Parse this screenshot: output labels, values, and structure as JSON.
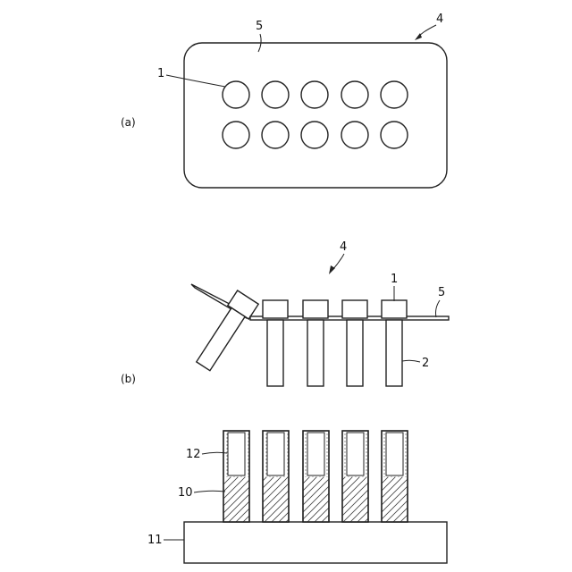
{
  "panels": {
    "a": {
      "label": "(a)"
    },
    "b": {
      "label": "(b)"
    }
  },
  "refs": {
    "cap": "1",
    "stem": "2",
    "assembly_a": "4",
    "assembly_b": "4",
    "sheet_a": "5",
    "sheet_b": "5",
    "tube_fill": "10",
    "base": "11",
    "tube_wall": "12"
  },
  "colors": {
    "line": "#222222",
    "background": "#ffffff"
  }
}
